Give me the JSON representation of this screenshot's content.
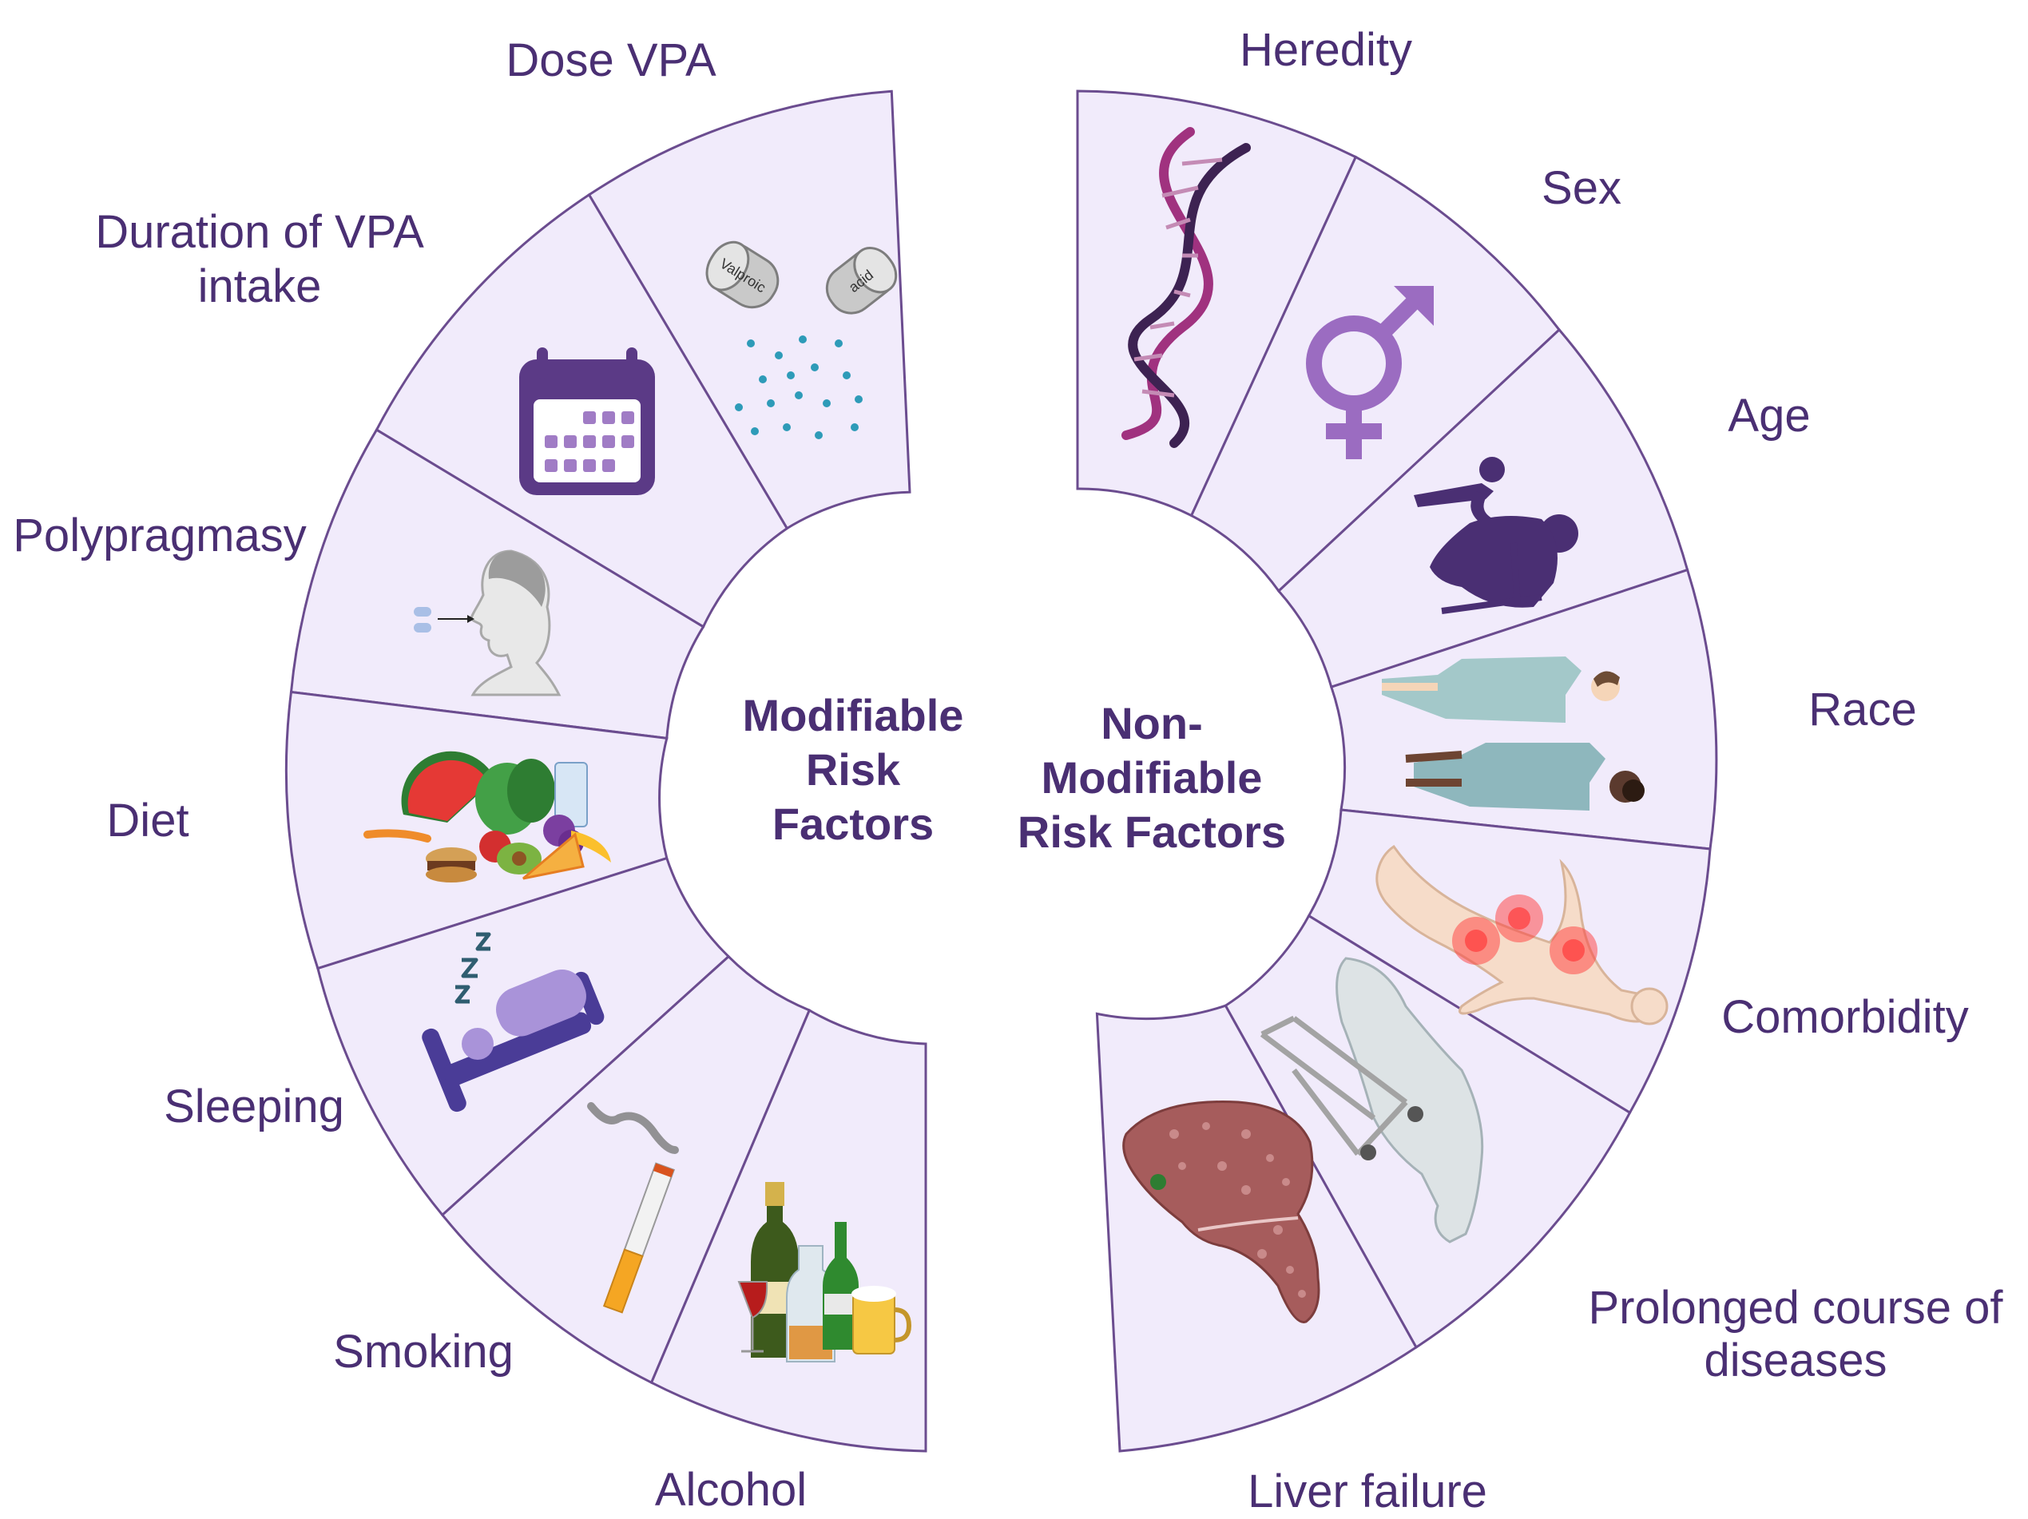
{
  "modifiable": {
    "title_lines": [
      "Modifiable",
      "Risk",
      "Factors"
    ],
    "segments": [
      {
        "label_lines": [
          "Dose VPA"
        ],
        "icon": "valproic-acid-capsules-icon",
        "capsule_text": [
          "Valproic",
          "acid"
        ]
      },
      {
        "label_lines": [
          "Duration of VPA",
          "intake"
        ],
        "icon": "calendar-icon"
      },
      {
        "label_lines": [
          "Polypragmasy"
        ],
        "icon": "person-taking-pills-icon"
      },
      {
        "label_lines": [
          "Diet"
        ],
        "icon": "food-icon"
      },
      {
        "label_lines": [
          "Sleeping"
        ],
        "icon": "sleeping-bed-icon"
      },
      {
        "label_lines": [
          "Smoking"
        ],
        "icon": "cigarette-icon"
      },
      {
        "label_lines": [
          "Alcohol"
        ],
        "icon": "alcohol-bottles-icon"
      }
    ]
  },
  "non_modifiable": {
    "title_lines": [
      "Non-",
      "Modifiable",
      "Risk Factors"
    ],
    "segments": [
      {
        "label_lines": [
          "Heredity"
        ],
        "icon": "dna-icon"
      },
      {
        "label_lines": [
          "Sex"
        ],
        "icon": "gender-symbol-icon"
      },
      {
        "label_lines": [
          "Age"
        ],
        "icon": "elderly-person-icon"
      },
      {
        "label_lines": [
          "Race"
        ],
        "icon": "patients-race-icon"
      },
      {
        "label_lines": [
          "Comorbidity"
        ],
        "icon": "body-pain-icon"
      },
      {
        "label_lines": [
          "Prolonged course of",
          "diseases"
        ],
        "icon": "patient-walker-icon"
      },
      {
        "label_lines": [
          "Liver failure"
        ],
        "icon": "liver-icon"
      }
    ]
  },
  "colors": {
    "segment_fill": "#f1ebfb",
    "segment_stroke": "#6b4c8f",
    "text": "#4a2f73",
    "icon_purple": "#5b3a86",
    "icon_light_purple": "#a07cc5"
  }
}
